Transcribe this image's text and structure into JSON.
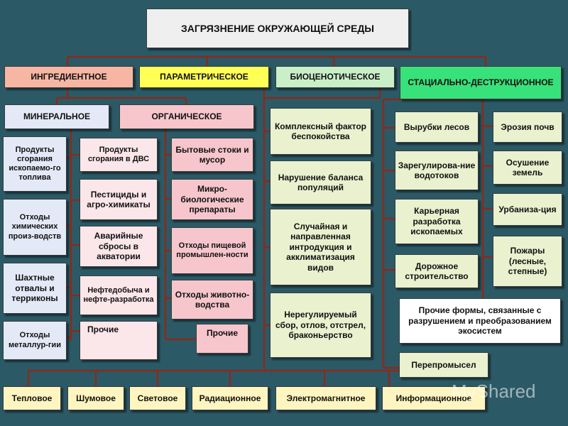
{
  "title": "ЗАГРЯЗНЕНИЕ ОКРУЖАЮЩЕЙ СРЕДЫ",
  "categories": {
    "ingredient": "ИНГРЕДИЕНТНОЕ",
    "parametric": "ПАРАМЕТРИЧЕСКОЕ",
    "biocenotic": "БИОЦЕНОТИЧЕСКОЕ",
    "stational": "СТАЦИАЛЬНО-ДЕСТРУКЦИОННОЕ"
  },
  "ingredient": {
    "mineral": "МИНЕРАЛЬНОЕ",
    "organic": "ОРГАНИЧЕСКОЕ",
    "mineral_items": [
      "Продукты сгорания ископаемо-го топлива",
      "Отходы химических произ-водств",
      "Шахтные отвалы и терриконы",
      "Отходы металлур-гии"
    ],
    "middle_items": [
      "Продукты сгорания в ДВС",
      "Пестициды и агро-химикаты",
      "Аварийные сбросы в акватории",
      "Нефтедобыча и нефте-разработка",
      "Прочие"
    ],
    "organic_items": [
      "Бытовые стоки и мусор",
      "Микро-биологические препараты",
      "Отходы пищевой промышлен-ности",
      "Отходы животно-водства",
      "Прочие"
    ]
  },
  "biocenotic_items": [
    "Комплексный фактор беспокойства",
    "Нарушение баланса популяций",
    "Случайная и направленная интродукция и акклиматизация видов",
    "Нерегулируемый сбор, отлов, отстрел, браконьерство"
  ],
  "stational": {
    "left_items": [
      "Вырубки лесов",
      "Зарегулирова-ние водотоков",
      "Карьерная разработка ископаемых",
      "Дорожное строительство"
    ],
    "right_items": [
      "Эрозия почв",
      "Осушение земель",
      "Урбаниза-ция",
      "Пожары (лесные, степные)"
    ],
    "other_forms": "Прочие формы, связанные с разрушением и преобразованием экосистем",
    "overfishing": "Перепромысел"
  },
  "parametric_items": [
    "Тепловое",
    "Шумовое",
    "Световое",
    "Радиационное",
    "Электромагнитное",
    "Информационное"
  ],
  "watermark": "MyShared"
}
